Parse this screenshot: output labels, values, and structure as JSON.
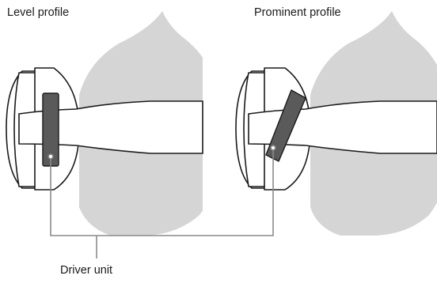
{
  "labels": {
    "level_profile": "Level profile",
    "prominent_profile": "Prominent profile",
    "driver_unit": "Driver unit"
  },
  "colors": {
    "head": "#d5d5d5",
    "outline": "#1a1a1a",
    "driver": "#5a5a5a",
    "callout": "#8a8a8a"
  }
}
